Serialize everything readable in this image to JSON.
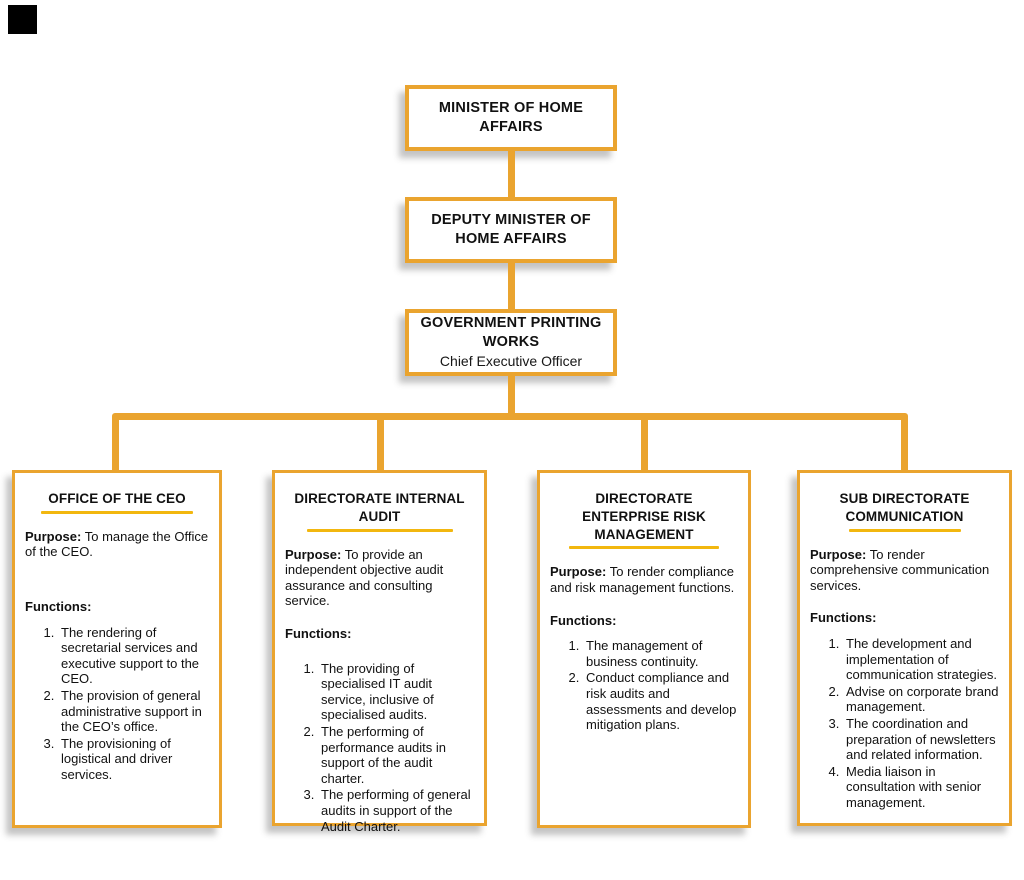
{
  "colors": {
    "accent_gold": "#EAA42F",
    "underline_gold": "#F2B70F",
    "text": "#111111"
  },
  "org": {
    "minister": {
      "title": "MINISTER OF HOME AFFAIRS"
    },
    "deputy": {
      "title": "DEPUTY MINISTER OF HOME AFFAIRS"
    },
    "ceo": {
      "title": "GOVERNMENT PRINTING WORKS",
      "subtitle": "Chief Executive Officer"
    }
  },
  "departments": [
    {
      "title": "OFFICE OF THE CEO",
      "purpose_label": "Purpose:",
      "purpose": "To manage the Office of the CEO.",
      "functions_label": "Functions:",
      "functions": [
        "The rendering of secretarial services and executive support to the CEO.",
        "The provision of general administrative support in the CEO’s office.",
        "The provisioning of logistical and driver services."
      ]
    },
    {
      "title": "DIRECTORATE INTERNAL AUDIT",
      "purpose_label": "Purpose:",
      "purpose": "To provide an independent objective audit assurance and consulting service.",
      "functions_label": "Functions:",
      "functions": [
        "The providing of specialised IT audit service, inclusive of specialised audits.",
        "The performing of performance audits in support of the audit charter.",
        "The performing of general audits in support of the Audit Charter."
      ]
    },
    {
      "title": "DIRECTORATE ENTERPRISE RISK MANAGEMENT",
      "purpose_label": "Purpose:",
      "purpose": "To render compliance and risk management functions.",
      "functions_label": "Functions:",
      "functions": [
        "The management of business continuity.",
        "Conduct compliance and risk audits and assessments and develop mitigation plans."
      ]
    },
    {
      "title": "SUB DIRECTORATE COMMUNICATION",
      "purpose_label": "Purpose:",
      "purpose": "To render comprehensive communication services.",
      "functions_label": "Functions:",
      "functions": [
        "The development and implementation of communication strategies.",
        "Advise on corporate brand management.",
        "The coordination and preparation of newsletters and related information.",
        "Media liaison in consultation with senior management."
      ]
    }
  ]
}
